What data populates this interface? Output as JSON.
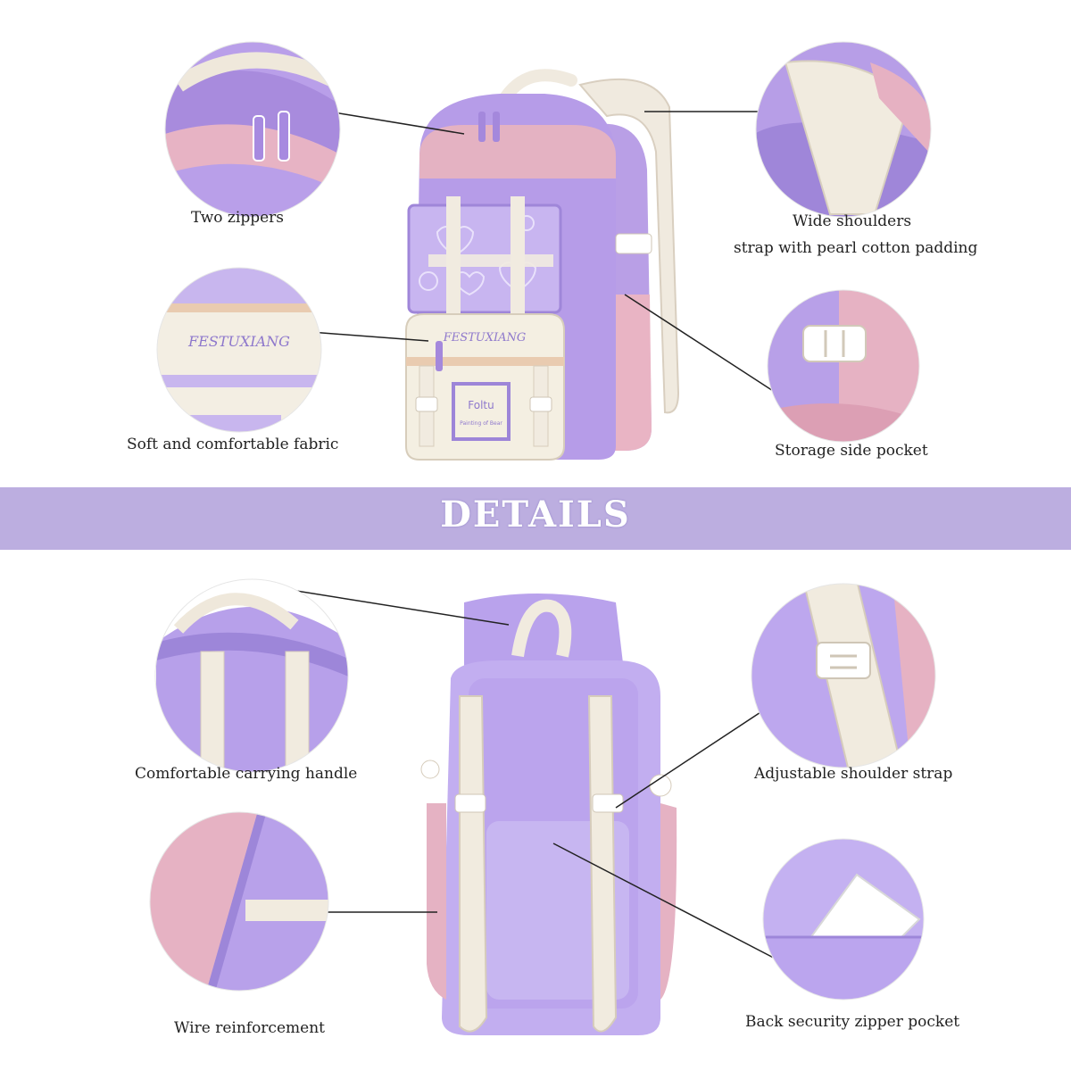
{
  "banner": {
    "title": "DETAILS"
  },
  "features": {
    "two_zippers": "Two zippers",
    "wide_shoulders_line1": "Wide shoulders",
    "wide_shoulders_line2": "strap with pearl cotton padding",
    "soft_fabric": "Soft and comfortable fabric",
    "storage_pocket": "Storage side pocket",
    "carry_handle": "Comfortable carrying handle",
    "adjustable_strap": "Adjustable shoulder strap",
    "wire_reinforcement": "Wire reinforcement",
    "back_pocket": "Back security zipper pocket"
  },
  "product": {
    "front_logo": "Foltu",
    "front_tag": "Painting of Bear",
    "embroidery": "FESTUXIANG"
  },
  "colors": {
    "lavender": "#b9a2e8",
    "purple": "#9d85d8",
    "pink": "#e9b6c6",
    "cream": "#f3ede0",
    "banner": "#bcaee0"
  }
}
